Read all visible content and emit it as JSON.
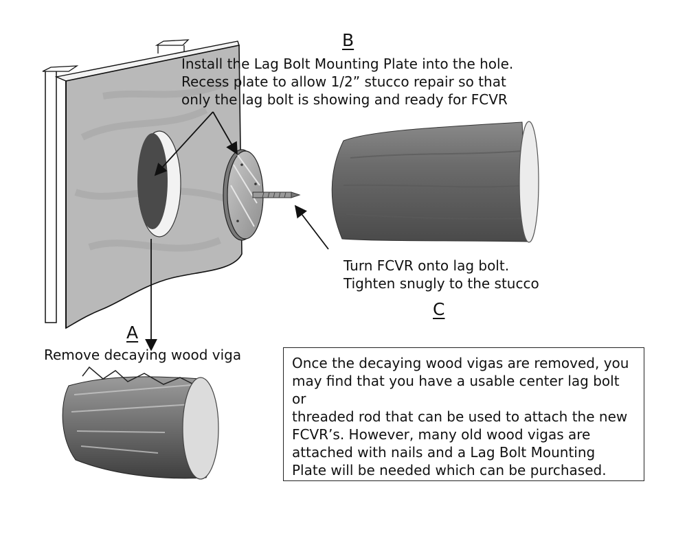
{
  "labels": {
    "a_letter": "A",
    "a_caption": "Remove decaying wood viga",
    "b_letter": "B",
    "b_caption": [
      "Install the Lag Bolt Mounting Plate into the hole.",
      "Recess plate to allow 1/2” stucco repair so that",
      "only the lag bolt is showing and ready for FCVR"
    ],
    "c_letter": "C",
    "c_caption": [
      "Turn FCVR onto lag bolt.",
      "Tighten snugly to the stucco"
    ]
  },
  "note": {
    "lines": [
      "Once the decaying wood vigas are removed, you",
      "may find that you have a usable center lag bolt or",
      "threaded rod that can be used to attach the new",
      "FCVR’s. However, many old wood vigas are",
      "attached with nails and a Lag Bolt Mounting",
      "Plate will be needed which can be purchased."
    ]
  }
}
